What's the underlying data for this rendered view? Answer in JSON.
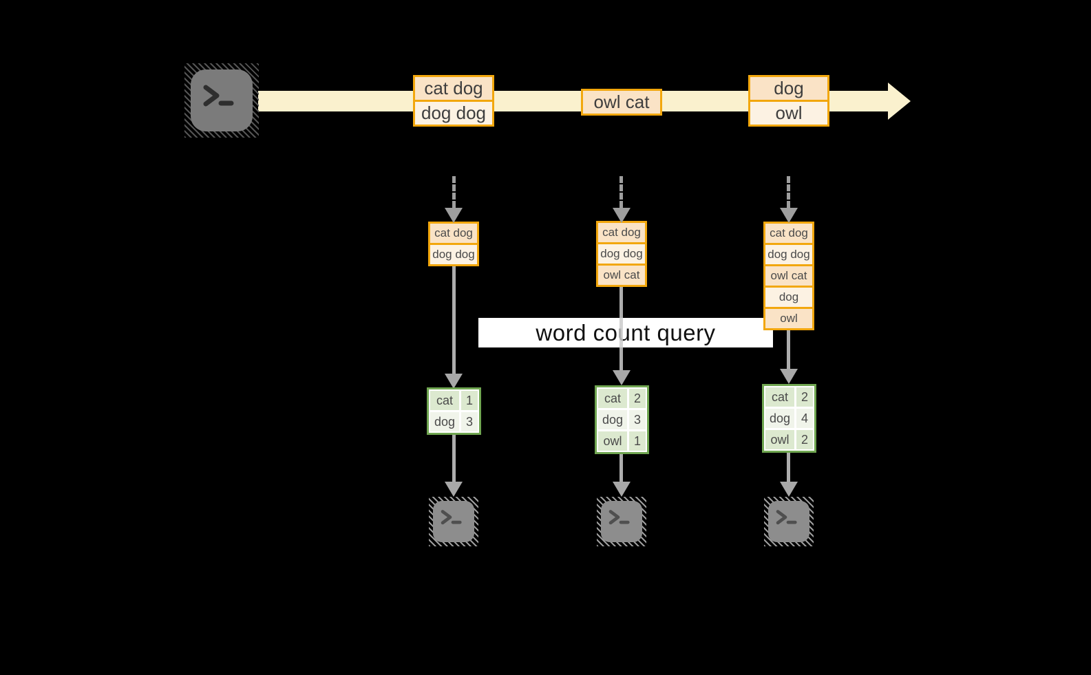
{
  "colors": {
    "background": "#000000",
    "stream_fill": "#FAF1CE",
    "event_border": "#F2A70D",
    "event_fill_dark": "#FAE3C6",
    "event_fill_light": "#FCF2E3",
    "table_border": "#70A651",
    "table_fill_dark": "#DCE9CF",
    "table_fill_light": "#F0F4EA",
    "arrow_gray": "#9E9E9E",
    "terminal_gray": "#7B7B7B"
  },
  "icons": {
    "terminal_prompt": ">_"
  },
  "stream": {
    "events": [
      {
        "lines": [
          "cat dog",
          "dog dog"
        ]
      },
      {
        "lines": [
          "owl cat"
        ]
      },
      {
        "lines": [
          "dog",
          "owl"
        ]
      }
    ]
  },
  "query": {
    "label": "word count query"
  },
  "columns": [
    {
      "buffer": [
        "cat dog",
        "dog dog"
      ],
      "counts": [
        {
          "word": "cat",
          "count": 1
        },
        {
          "word": "dog",
          "count": 3
        }
      ]
    },
    {
      "buffer": [
        "cat dog",
        "dog dog",
        "owl cat"
      ],
      "counts": [
        {
          "word": "cat",
          "count": 2
        },
        {
          "word": "dog",
          "count": 3
        },
        {
          "word": "owl",
          "count": 1
        }
      ]
    },
    {
      "buffer": [
        "cat dog",
        "dog dog",
        "owl cat",
        "dog",
        "owl"
      ],
      "counts": [
        {
          "word": "cat",
          "count": 2
        },
        {
          "word": "dog",
          "count": 4
        },
        {
          "word": "owl",
          "count": 2
        }
      ]
    }
  ]
}
